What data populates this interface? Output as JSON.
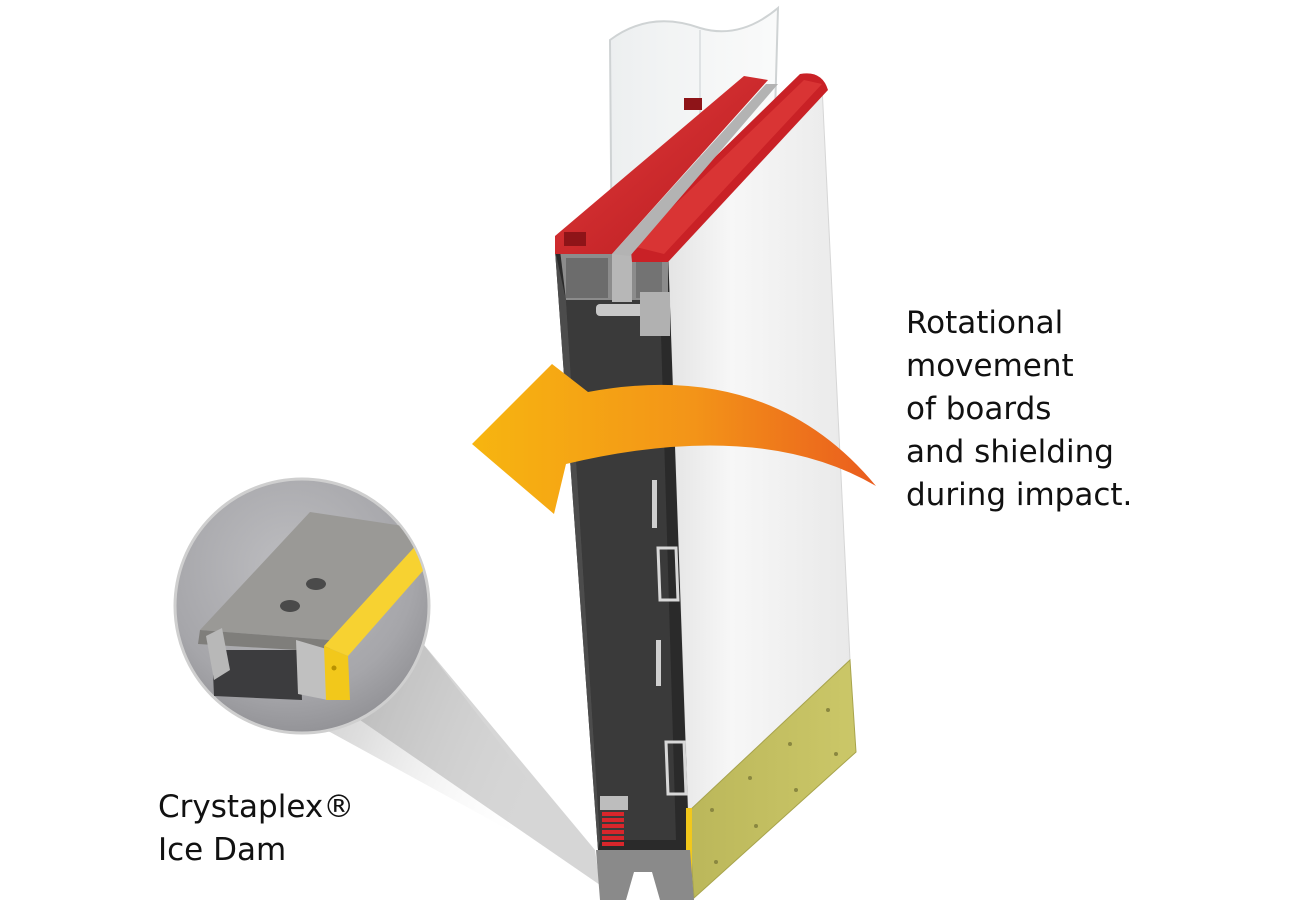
{
  "labels": {
    "rotation": [
      "Rotational",
      "movement",
      "of boards",
      "and shielding",
      "during impact."
    ],
    "ice_dam": [
      "Crystaplex®",
      "Ice Dam"
    ]
  },
  "colors": {
    "rail_red": "#d8262b",
    "arrow_orange": "#f5a10c",
    "arrow_deep": "#ee6a1c",
    "kick_plate": "#c3bf5e",
    "ice_dam_yellow": "#f2c81b",
    "frame_dark": "#2a2a2a",
    "board_white": "#f2f2f2",
    "metal_gray": "#9c9a97"
  }
}
